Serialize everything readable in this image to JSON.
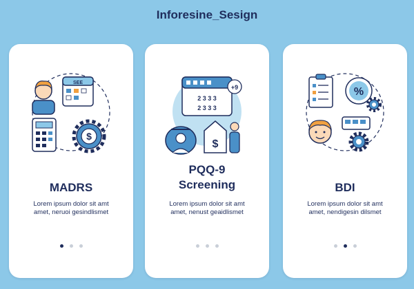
{
  "header": {
    "title": "Inforesine_Sesign"
  },
  "colors": {
    "background": "#8cc8e8",
    "accent": "#4a90c8",
    "dark": "#1f2d5c",
    "dot_inactive": "#c9cfd8"
  },
  "cards": [
    {
      "title": "MADRS",
      "body_line1": "Lorem ipsum dolor sit amt",
      "body_line2": "amet, neruoi gesindlismet",
      "illustration": "person-calendar-calculator-gear-dollar",
      "calendar_label": "SEE",
      "dots": [
        true,
        false,
        false
      ]
    },
    {
      "title_line1": "PQQ-9",
      "title_line2": "Screening",
      "body_line1": "Lorem ipsum dolor sit amt",
      "body_line2": "amet, nenust geaidlismet",
      "illustration": "calendar-bag-house-dollar-person",
      "calendar_numbers": [
        "2 3 3 3",
        "2 3 3 3"
      ],
      "calendar_extra": "+9",
      "dots": [
        false,
        false,
        false
      ]
    },
    {
      "title": "BDI",
      "body_line1": "Lorem ipsum dolor sit amt",
      "body_line2": "amet, nendigesin dilsmet",
      "illustration": "clipboard-percent-gear-face-bus",
      "dots": [
        false,
        true,
        false
      ]
    }
  ]
}
